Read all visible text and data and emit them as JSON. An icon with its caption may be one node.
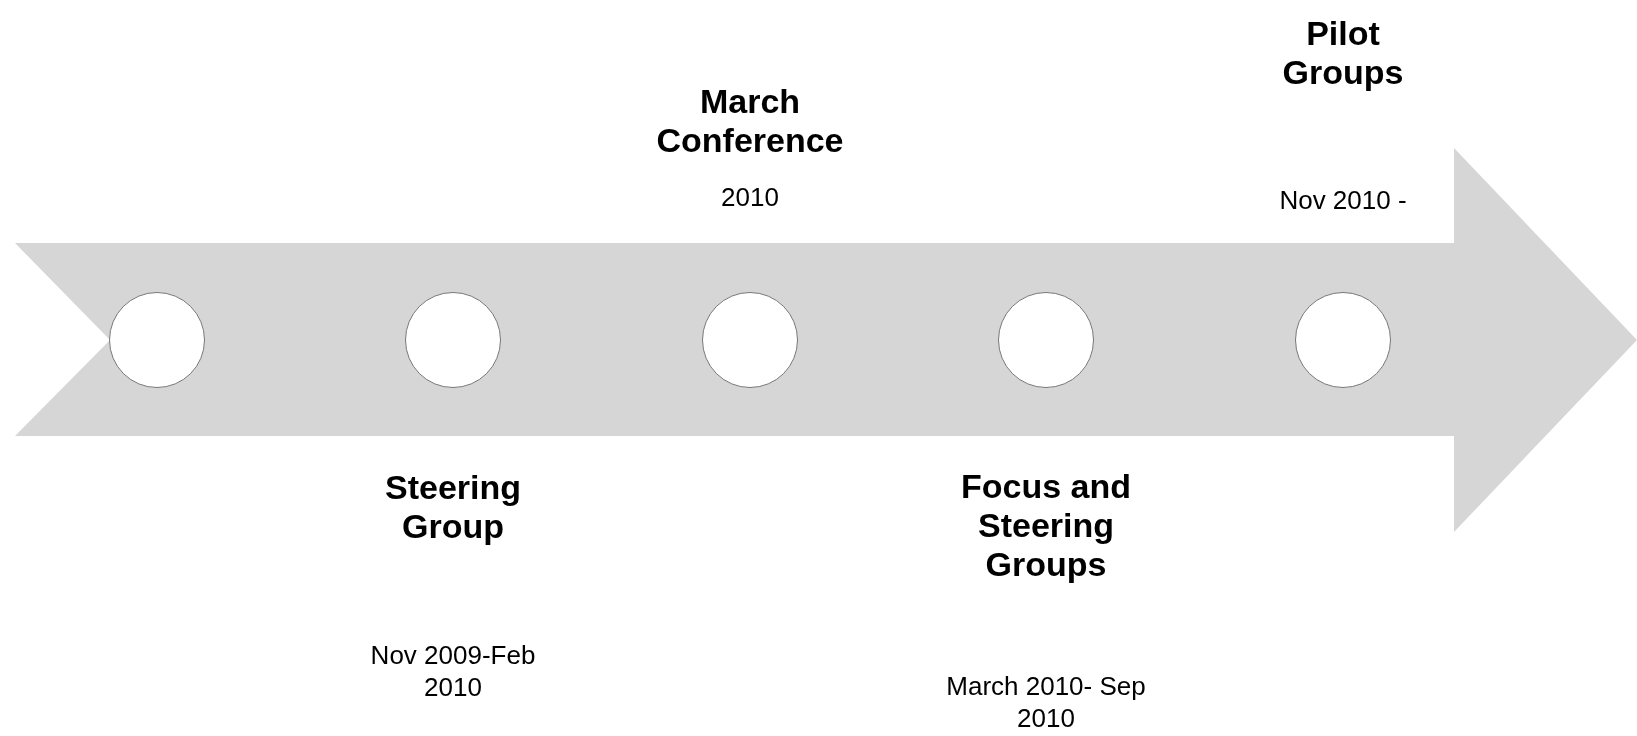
{
  "diagram": {
    "nodes": [
      {
        "text": [],
        "shape": "circle"
      },
      {
        "text": [],
        "shape": "circle",
        "beside": [
          "Steering Group",
          "Nov 2009-Feb 2010"
        ]
      },
      {
        "text": [],
        "shape": "circle",
        "beside": [
          "March Conference",
          "2010"
        ]
      },
      {
        "text": [],
        "shape": "circle",
        "beside": [
          "Focus and Steering Groups",
          "March 2010- Sep 2010"
        ]
      },
      {
        "text": [],
        "shape": "circle",
        "beside": [
          "Pilot Groups",
          "Nov 2010 -"
        ]
      }
    ]
  }
}
